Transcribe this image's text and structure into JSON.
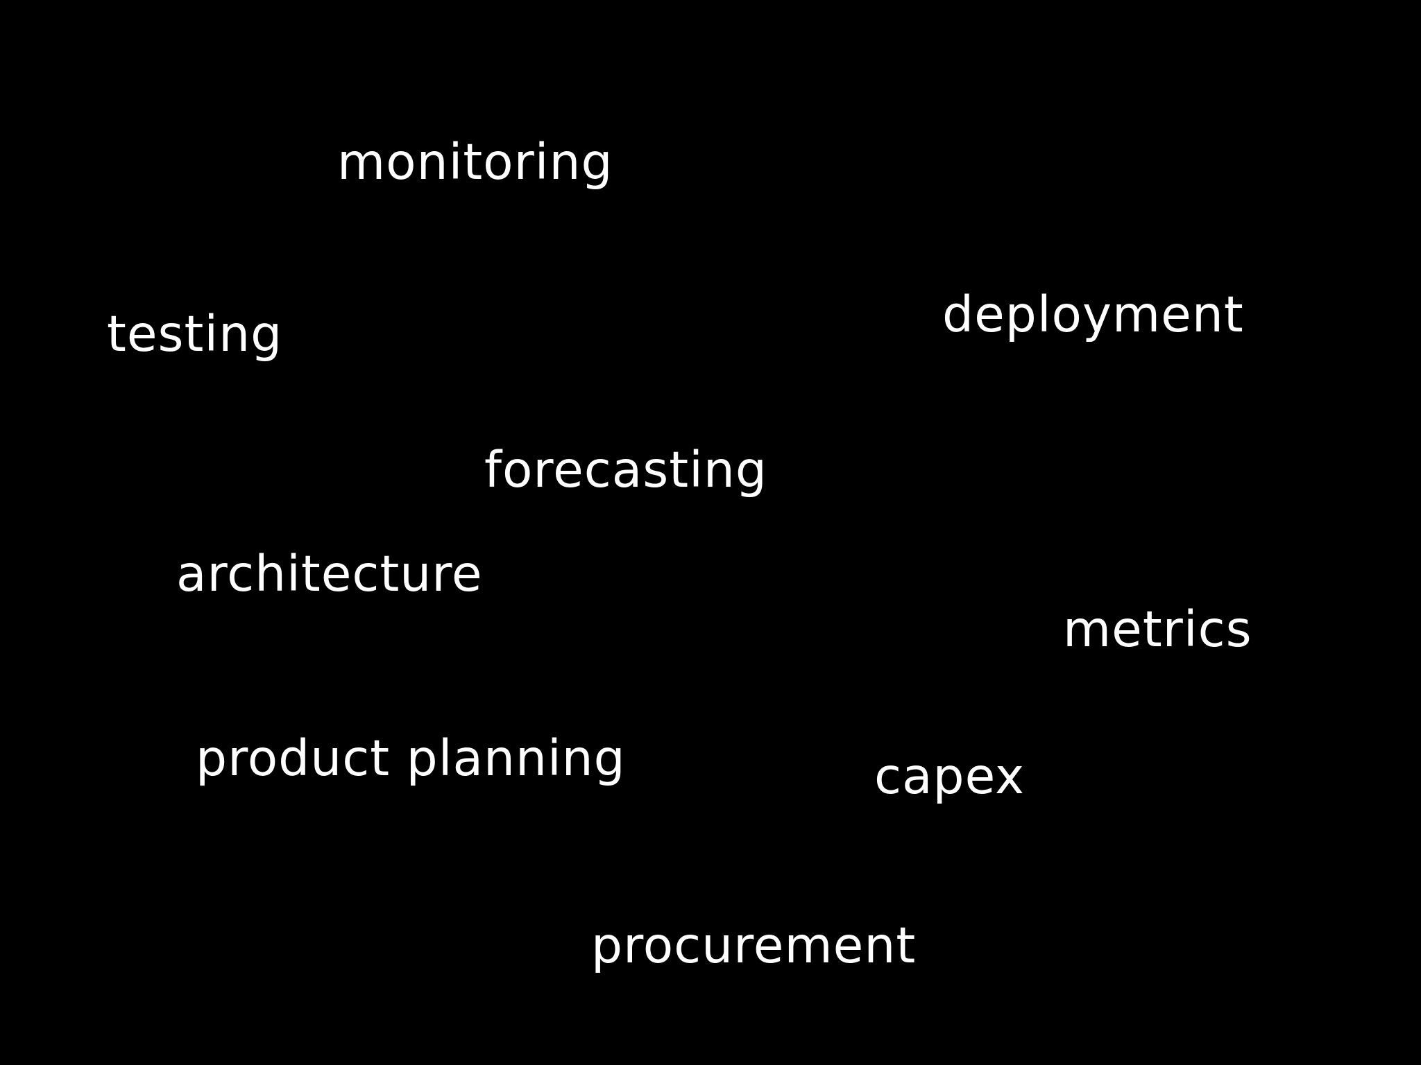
{
  "words": [
    "monitoring",
    "testing",
    "deployment",
    "forecasting",
    "architecture",
    "metrics",
    "product planning",
    "capex",
    "procurement"
  ],
  "colors": {
    "background": "#000000",
    "text": "#ffffff"
  }
}
